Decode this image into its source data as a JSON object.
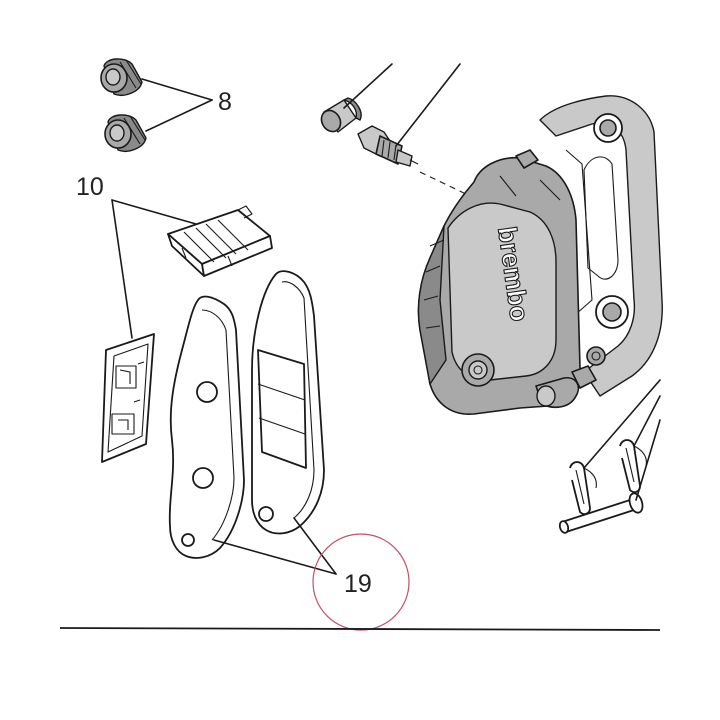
{
  "labels": {
    "seal_part": "8",
    "spring_part": "10",
    "pads_part": "19"
  },
  "brand_text": "brembo",
  "colors": {
    "line": "#1a1a1a",
    "highlight_circle": "#c0506a",
    "caliper_shade": "#a9a9a9"
  }
}
